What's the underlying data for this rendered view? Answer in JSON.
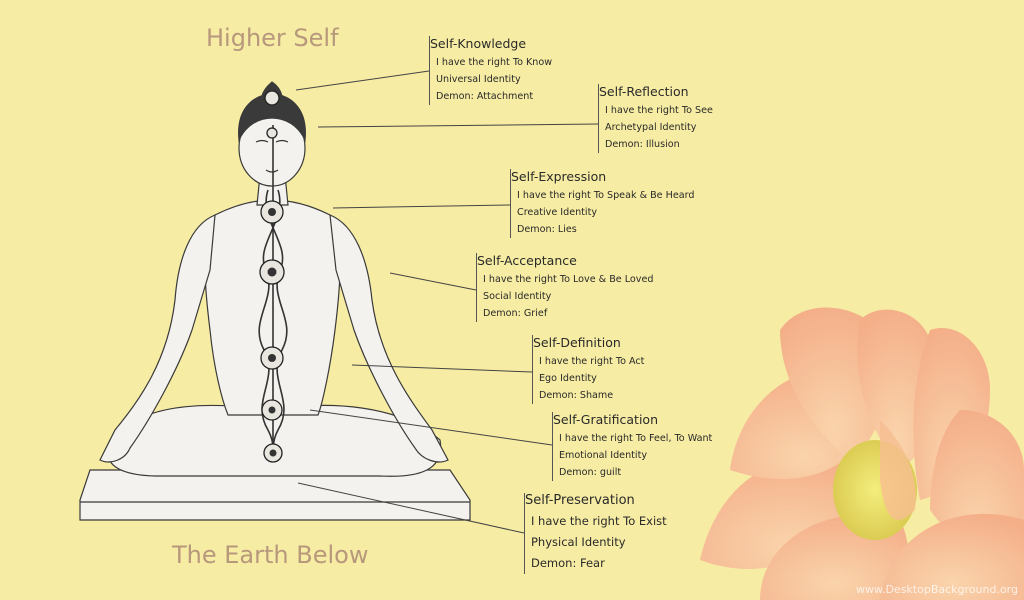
{
  "headings": {
    "top": "Higher Self",
    "bottom": "The Earth Below"
  },
  "chakras": [
    {
      "title": "Self-Knowledge",
      "right": "I have the right To Know",
      "identity": "Universal Identity",
      "demon": "Demon: Attachment"
    },
    {
      "title": "Self-Reflection",
      "right": "I have the right To See",
      "identity": "Archetypal Identity",
      "demon": "Demon: Illusion"
    },
    {
      "title": "Self-Expression",
      "right": "I have the right To Speak & Be Heard",
      "identity": "Creative Identity",
      "demon": "Demon: Lies"
    },
    {
      "title": "Self-Acceptance",
      "right": "I have the right To Love & Be Loved",
      "identity": "Social Identity",
      "demon": "Demon: Grief"
    },
    {
      "title": "Self-Definition",
      "right": "I have the right To Act",
      "identity": "Ego Identity",
      "demon": "Demon: Shame"
    },
    {
      "title": "Self-Gratification",
      "right": "I have the right To Feel, To Want",
      "identity": "Emotional Identity",
      "demon": "Demon: guilt"
    },
    {
      "title": "Self-Preservation",
      "right": "I have the right To Exist",
      "identity": "Physical Identity",
      "demon": "Demon: Fear"
    }
  ],
  "watermark": "www.DesktopBackground.org",
  "colors": {
    "background": "#f6eca3",
    "heading": "#b7987c",
    "lotus": "#f5b48e",
    "lotus_center": "#e8dc5a"
  },
  "icons": [
    "meditating-figure-illustration",
    "chakra-symbol",
    "lotus-flower"
  ]
}
